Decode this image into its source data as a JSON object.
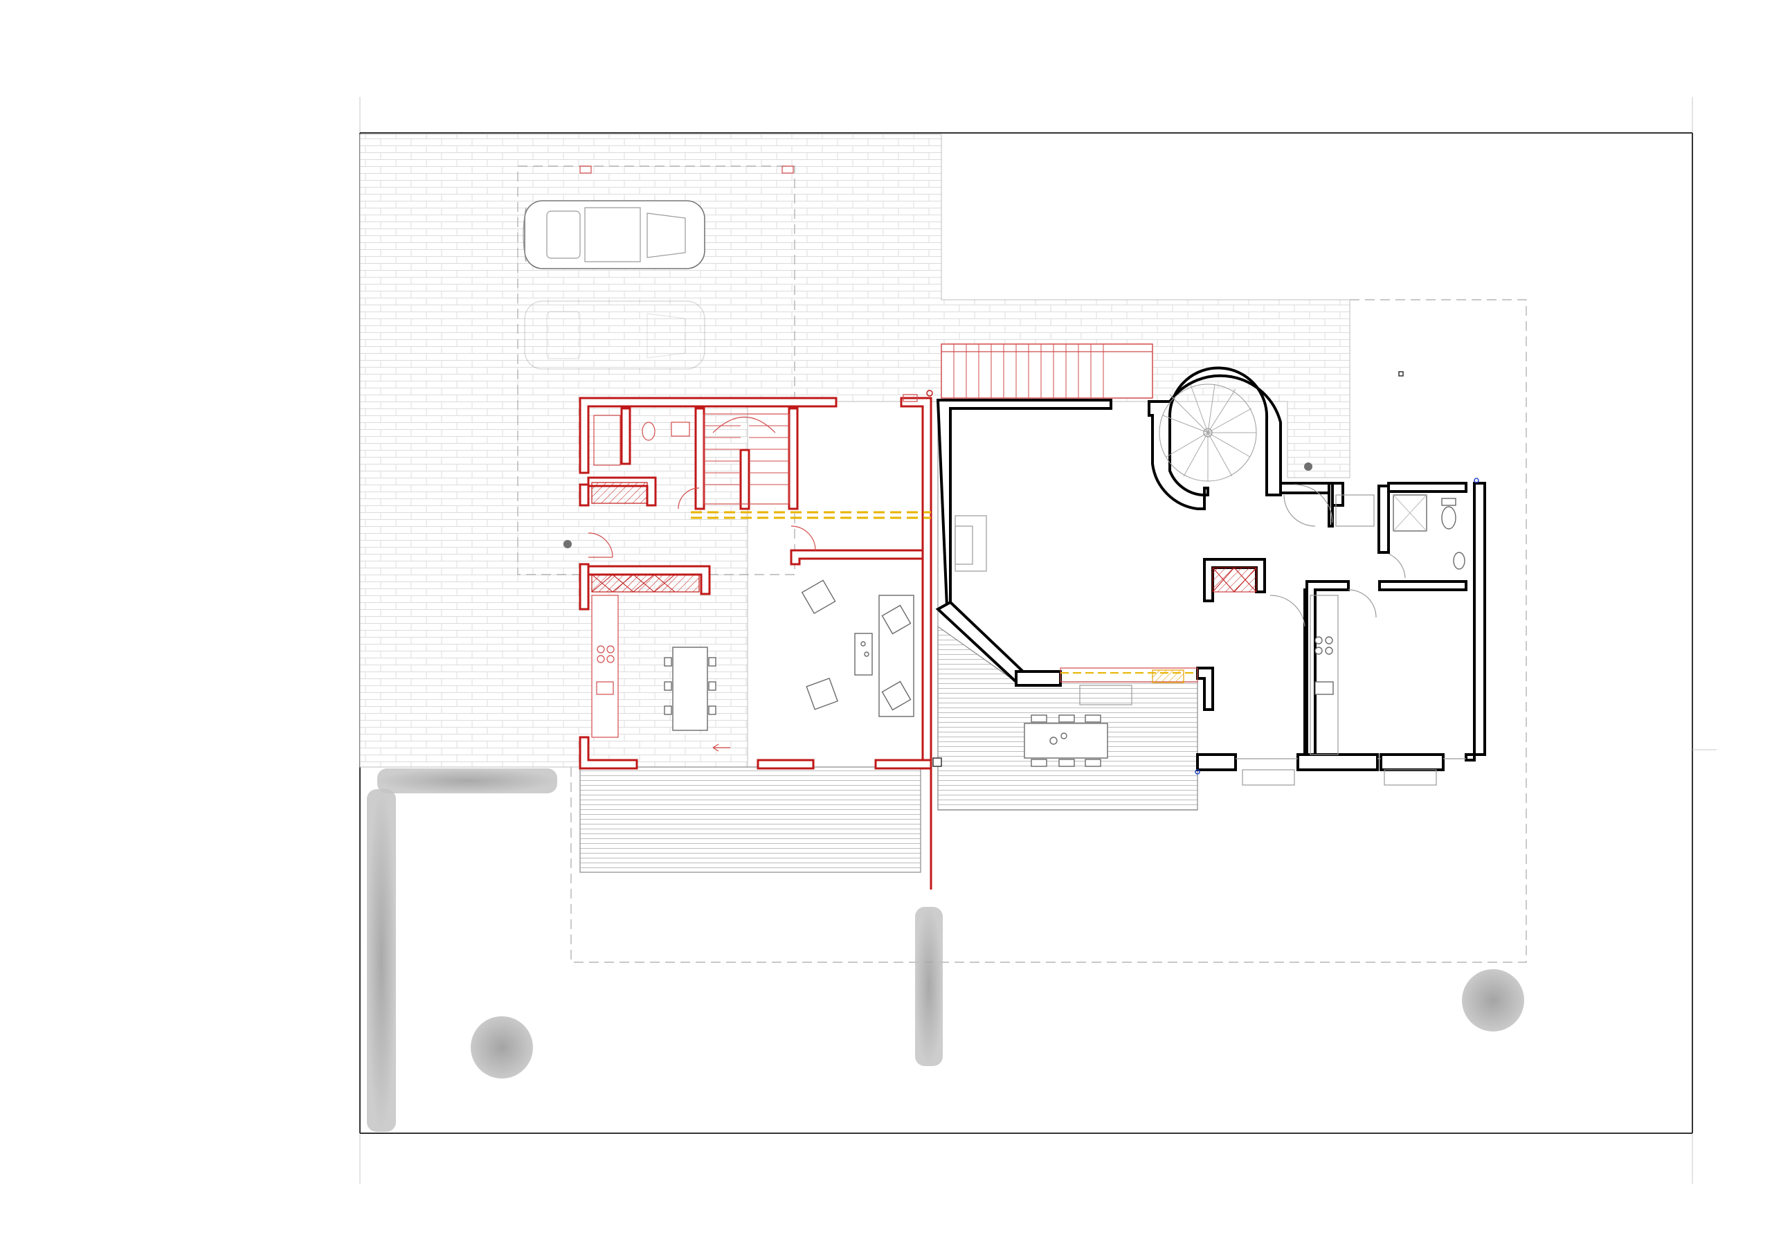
{
  "drawing": {
    "type": "architectural floor plan",
    "colors": {
      "new_construction": "#c01818",
      "existing_walls": "#000000",
      "paving": "#d8d8d8",
      "beam_line": "#e8b400",
      "vegetation": "#8a8a8a"
    },
    "layers": [
      {
        "name": "new-building-walls",
        "color": "#c01818"
      },
      {
        "name": "existing-building-walls",
        "color": "#000000"
      },
      {
        "name": "paved-driveway",
        "color": "#d8d8d8"
      },
      {
        "name": "terrace-decking",
        "color": "#9a9a9a"
      },
      {
        "name": "garden-vegetation",
        "color": "#8a8a8a"
      }
    ]
  }
}
